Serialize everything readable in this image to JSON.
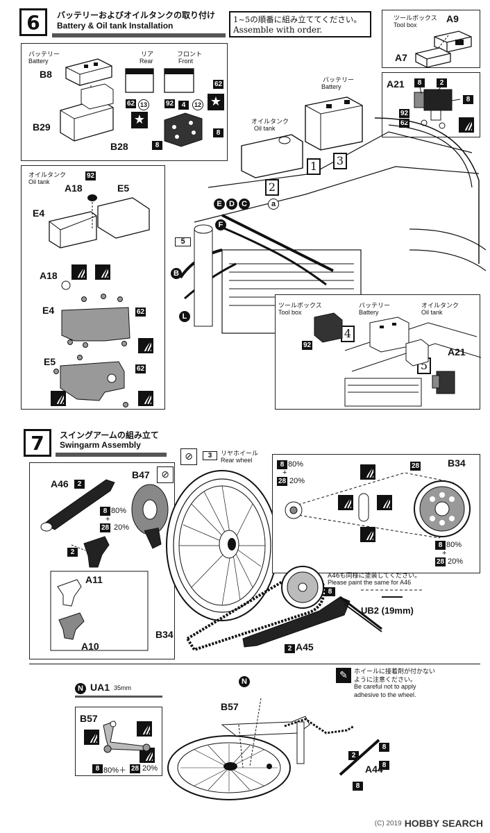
{
  "step6": {
    "number": "6",
    "title_jp": "バッテリーおよびオイルタンクの取り付け",
    "title_en": "Battery & Oil tank Installation",
    "order_note_jp": "1~5の順番に組み立ててください。",
    "order_note_en": "Assemble with order.",
    "toolbox_jp": "ツールボックス",
    "toolbox_en": "Tool box",
    "battery_jp": "バッテリー",
    "battery_en": "Battery",
    "rear_jp": "リア",
    "rear_en": "Rear",
    "front_jp": "フロント",
    "front_en": "Front",
    "oiltank_jp": "オイルタンク",
    "oiltank_en": "Oil tank",
    "parts": {
      "a9": "A9",
      "a7": "A7",
      "b8": "B8",
      "b29": "B29",
      "b28": "B28",
      "a21": "A21",
      "a18": "A18",
      "e5": "E5",
      "e4": "E4",
      "a18b": "A18",
      "e4b": "E4",
      "e5b": "E5",
      "a21b": "A21"
    },
    "colors": {
      "c92": "92",
      "c62": "62",
      "c13": "13",
      "c12": "12",
      "c4": "4",
      "c8": "8",
      "c2": "2",
      "c5": "5"
    },
    "order": [
      "1",
      "2",
      "3",
      "4",
      "5"
    ],
    "circles": [
      "E",
      "D",
      "C",
      "a",
      "F",
      "B",
      "L"
    ]
  },
  "step7": {
    "number": "7",
    "title_jp": "スイングアームの組み立て",
    "title_en": "Swingarm Assembly",
    "rear_wheel_jp": "リヤホイール",
    "rear_wheel_en": "Rear wheel",
    "step_ref": "3",
    "parts": {
      "a46": "A46",
      "b47": "B47",
      "a11": "A11",
      "a10": "A10",
      "b34": "B34",
      "b34b": "B34",
      "a45": "A45",
      "ub2": "UB2 (19mm)",
      "ua1": "UA1",
      "ua1_len": "35mm",
      "b57": "B57",
      "b57b": "B57",
      "a44": "A44"
    },
    "mix1": {
      "c8": "8",
      "p8": "80%",
      "plus": "+",
      "c28": "28",
      "p28": "20%"
    },
    "note_a46_jp": "A46も同様に塗装してください。",
    "note_a46_en": "Please paint the same for A46",
    "note_wheel_jp1": "ホイールに接着剤が付かない",
    "note_wheel_jp2": "ように注意ください。",
    "note_wheel_en1": "Be careful not to apply",
    "note_wheel_en2": "adhesive to the wheel.",
    "mix_b57": "80%＋",
    "mix_b57b": "20%"
  },
  "watermark": {
    "brand": "HOBBY SEARCH",
    "copy": "(C) 2019"
  }
}
